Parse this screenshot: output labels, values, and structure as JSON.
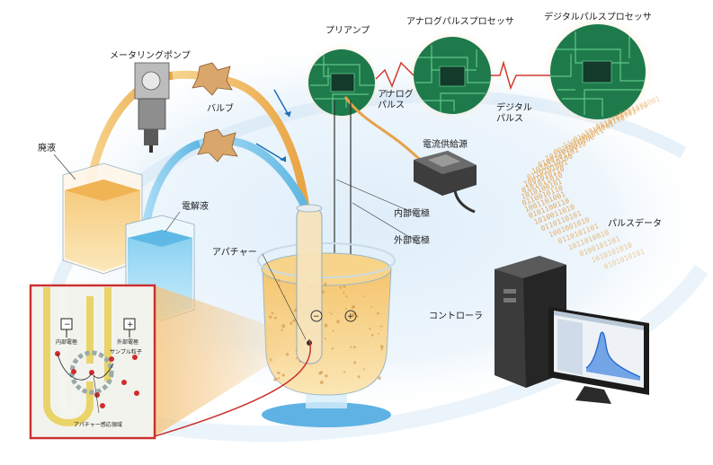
{
  "labels": {
    "preamp": "プリアンプ",
    "analog_processor": "アナログパルスプロセッサ",
    "digital_processor": "デジタルパルスプロセッサ",
    "metering_pump": "メータリングポンプ",
    "valve": "バルブ",
    "analog_pulse_1": "アナログ",
    "analog_pulse_2": "パルス",
    "digital_pulse_1": "デジタル",
    "digital_pulse_2": "パルス",
    "power_supply": "電流供給源",
    "waste": "廃液",
    "electrolyte": "電解液",
    "inner_electrode": "内部電極",
    "outer_electrode": "外部電極",
    "pulse_data": "パルスデータ",
    "aperture": "アパチャー",
    "controller": "コントローラ"
  },
  "inset": {
    "inner_electrode": "内部電極",
    "outer_electrode": "外部電極",
    "sample_particles": "サンプル粒子",
    "sensing_zone": "アパチャー感応領域",
    "minus": "−",
    "plus": "+"
  },
  "binary_stream": [
    "0101101001",
    "1001011010",
    "0110100101",
    "1010010110",
    "0101101001",
    "1101001011",
    "0010110100",
    "1011010010",
    "0100101101",
    "1010110100",
    "0110101001",
    "1001010110",
    "0101011010",
    "1010100101",
    "0110010110",
    "1001101001",
    "0101100110",
    "1010011010",
    "0110110101",
    "1001001010",
    "0110101101",
    "1011010010",
    "0100101101",
    "1010101010",
    "0101010101"
  ],
  "colors": {
    "waste": "#e8a94f",
    "electrolyte": "#6cc3ea",
    "board": "#1e7a4a",
    "glow": "#f2b661",
    "inset_frame": "#c9302c",
    "tube_yellow": "#f2d36b"
  }
}
